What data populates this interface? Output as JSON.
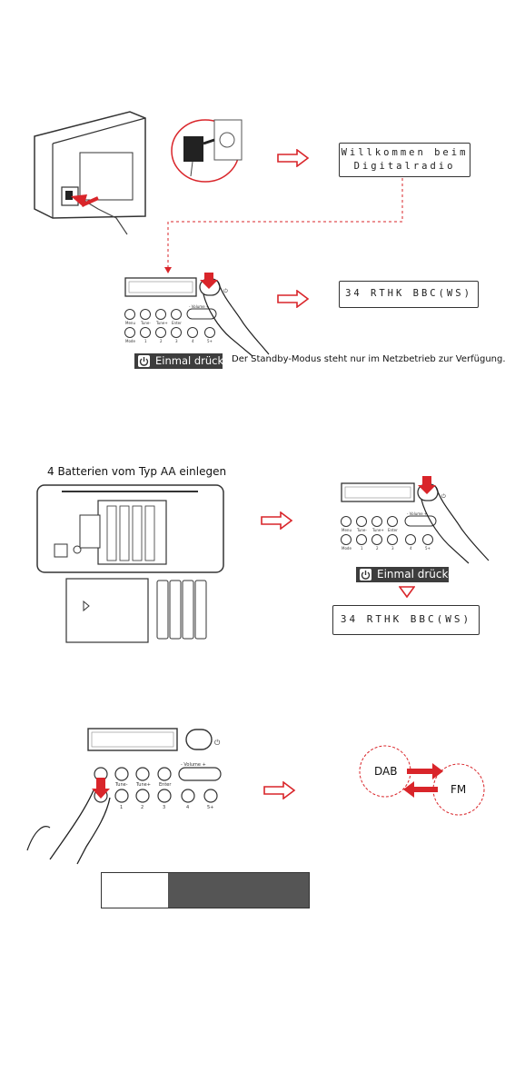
{
  "section1": {
    "display_welcome": [
      "Willkommen beim",
      "Digitalradio"
    ],
    "display_station": "34 RTHK BBC(WS)",
    "press_label": "Einmal drücken",
    "standby_note": "Der Standby-Modus steht nur im Netzbetrieb zur Verfügung."
  },
  "section2": {
    "battery_title": "4 Batterien vom Typ AA einlegen",
    "press_label": "Einmal drücken",
    "display_station": "34 RTHK BBC(WS)"
  },
  "section3": {
    "dab_label": "DAB",
    "fm_label": "FM",
    "table_left": "",
    "table_right": ""
  },
  "device_buttons": {
    "top_row": [
      "Menu",
      "Tune-",
      "Tune+",
      "Enter",
      "- Volume +"
    ],
    "bottom_row": [
      "Mode",
      "1",
      "2",
      "3",
      "4",
      "5+"
    ]
  },
  "colors": {
    "accent_red": "#d9252a",
    "badge_dark": "#3d3d3d",
    "table_dark": "#555555"
  }
}
